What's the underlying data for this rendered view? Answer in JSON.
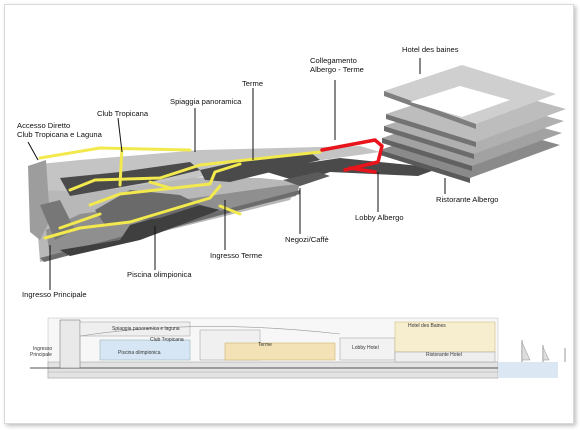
{
  "diagram": {
    "labels": {
      "accesso": "Accesso Diretto",
      "accesso2": "Club Tropicana e Laguna",
      "club": "Club Tropicana",
      "spiaggia": "Spiaggia panoramica",
      "terme": "Terme",
      "collegamento": "Collegamento",
      "collegamento2": "Albergo - Terme",
      "hotel": "Hotel des baines",
      "ristorante": "Ristorante Albergo",
      "lobby": "Lobby Albergo",
      "negozi": "Negozi/Caffè",
      "ingresso_terme": "Ingresso Terme",
      "piscina": "Piscina olimpionica",
      "ingresso_principale": "Ingresso Principale"
    },
    "section": {
      "spiaggia": "Spiaggia panoramica e laguna",
      "club": "Club Tropicana",
      "piscina": "Piscina olimpionica",
      "ingresso": "Ingresso",
      "principale": "Principale",
      "terme": "Terme",
      "lobby": "Lobby Hotel",
      "hotel": "Hotel des Baines",
      "ristorante": "Ristorante Hotel"
    },
    "colors": {
      "slab": "#4a4a4a",
      "slab_light": "#bdbdbd",
      "slab_edge": "#9a9a9a",
      "route_yellow": "#f2e94e",
      "route_red": "#e8131b"
    }
  }
}
